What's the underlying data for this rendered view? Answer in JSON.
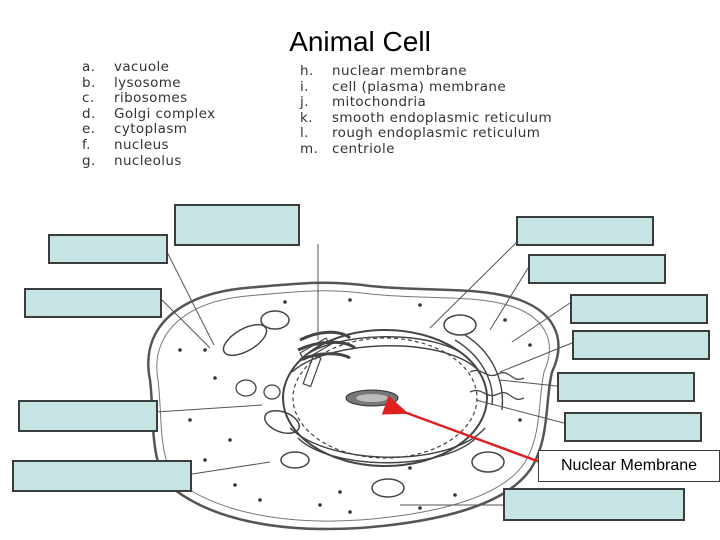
{
  "title": "Animal Cell",
  "legend": {
    "left": [
      {
        "letter": "a.",
        "term": "vacuole"
      },
      {
        "letter": "b.",
        "term": "lysosome"
      },
      {
        "letter": "c.",
        "term": "ribosomes"
      },
      {
        "letter": "d.",
        "term": "Golgi complex"
      },
      {
        "letter": "e.",
        "term": "cytoplasm"
      },
      {
        "letter": "f.",
        "term": "nucleus"
      },
      {
        "letter": "g.",
        "term": "nucleolus"
      }
    ],
    "right": [
      {
        "letter": "h.",
        "term": "nuclear membrane"
      },
      {
        "letter": "i.",
        "term": "cell (plasma) membrane"
      },
      {
        "letter": "j.",
        "term": "mitochondria"
      },
      {
        "letter": "k.",
        "term": "smooth endoplasmic reticulum"
      },
      {
        "letter": "l.",
        "term": "rough endoplasmic reticulum"
      },
      {
        "letter": "m.",
        "term": "centriole"
      }
    ]
  },
  "labels": {
    "nuclear_membrane": "Nuclear Membrane"
  },
  "colors": {
    "box_fill": "#c6e4e4",
    "arrow": "#e02020"
  }
}
